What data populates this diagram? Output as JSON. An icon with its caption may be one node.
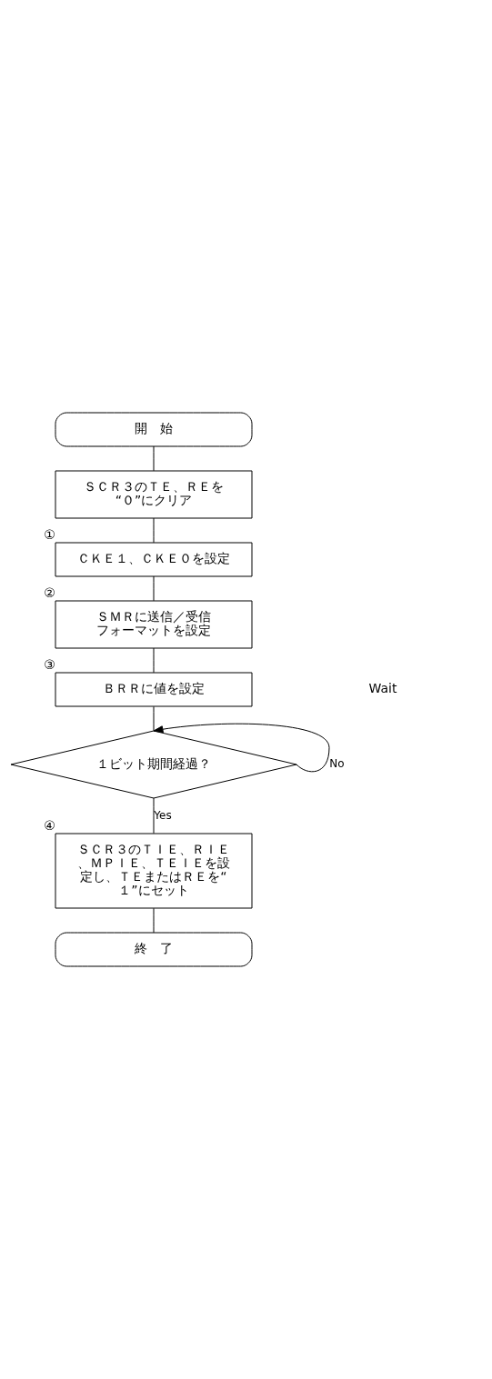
{
  "diagram": {
    "nodes": [
      {
        "text": [
          "開　始"
        ]
      },
      {
        "text": [
          "ＳＣＲ３のＴＥ、ＲＥを“０”にクリア"
        ]
      },
      {
        "text": [
          "ＣＫＥ１、ＣＫＥ０を設定"
        ],
        "beside": [
          "①"
        ]
      },
      {
        "text": [
          "ＳＭＲに送信／受信フォーマットを設定"
        ],
        "beside": [
          "②"
        ]
      },
      {
        "text": [
          "ＢＲＲに値を設定"
        ],
        "beside": [
          "③"
        ]
      },
      {
        "text": [
          "１ビット期間経過？"
        ]
      },
      {
        "text": [
          "ＳＣＲ３のＴＩＥ、ＲＩＥ、ＭＰＩＥ、ＴＥＩＥを設定し、ＴＥまたはＲＥを“１”にセット"
        ],
        "beside": [
          "④"
        ]
      },
      {
        "text": [
          "終　了"
        ]
      }
    ],
    "edges": [
      {
        "from": 0,
        "to": 1,
        "arrow": "none"
      },
      {
        "from": 1,
        "to": 2,
        "arrow": "none"
      },
      {
        "from": 2,
        "to": 3,
        "arrow": "none"
      },
      {
        "from": 3,
        "to": 4,
        "arrow": "none"
      },
      {
        "from": 4,
        "to": 5,
        "arrow": "none"
      },
      {
        "from": 5,
        "to": 5,
        "arrow": "to",
        "label": "No"
      },
      {
        "from": 5,
        "to": 6,
        "arrow": "none",
        "label": "Yes"
      },
      {
        "from": 6,
        "to": 7,
        "arrow": "none"
      }
    ],
    "labels": [
      "Wait"
    ]
  }
}
